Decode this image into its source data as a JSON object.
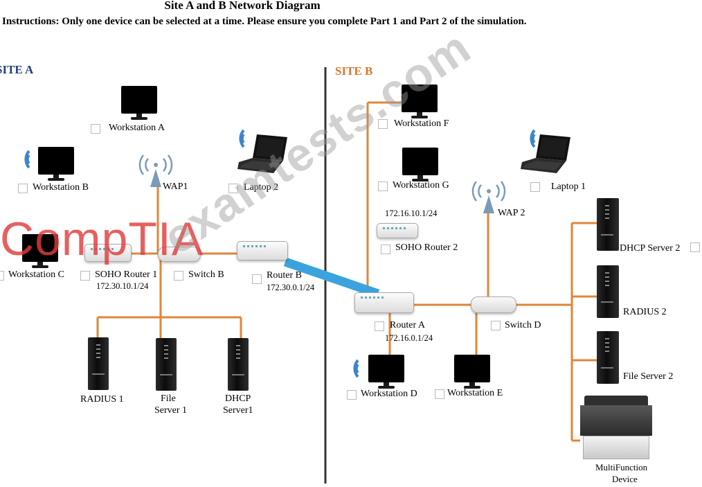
{
  "title": "Site A and B Network Diagram",
  "instructions": "Instructions: Only one device can be selected at a time. Please ensure you complete Part 1 and Part 2 of the simulation.",
  "colors": {
    "site_a": "#1f3e7a",
    "site_b": "#d9772a",
    "cable": "#e0863a",
    "wan_link": "#3aa3dd",
    "divider": "#333333"
  },
  "site_a": {
    "label": "SITE A",
    "workstation_a": "Workstation A",
    "workstation_b": "Workstation B",
    "workstation_c": "Workstation C",
    "wap1": "WAP1",
    "laptop_2": "Laptop 2",
    "soho_router_1": "SOHO Router 1",
    "soho_router_1_ip": "172.30.10.1/24",
    "switch_b": "Switch B",
    "router_b": "Router B",
    "router_b_ip": "172.30.0.1/24",
    "radius_1": "RADIUS 1",
    "file_server_1_line1": "File",
    "file_server_1_line2": "Server 1",
    "dhcp_server_1_line1": "DHCP",
    "dhcp_server_1_line2": "Server1"
  },
  "site_b": {
    "label": "SITE B",
    "workstation_f": "Workstation F",
    "workstation_g": "Workstation G",
    "soho_router_2_ip": "172.16.10.1/24",
    "soho_router_2": "SOHO Router 2",
    "wap2": "WAP 2",
    "laptop_1": "Laptop 1",
    "router_a": "Router A",
    "router_a_ip": "172.16.0.1/24",
    "switch_d": "Switch D",
    "dhcp_server_2": "DHCP Server 2",
    "radius_2": "RADIUS 2",
    "file_server_2": "File Server 2",
    "workstation_d": "Workstation D",
    "workstation_e": "Workstation E",
    "mfd_line1": "MultiFunction",
    "mfd_line2": "Device"
  },
  "watermark_brand": "CompTIA",
  "watermark_site": "examtests.com",
  "icons": [
    "monitor-icon",
    "laptop-icon",
    "wifi-signal-icon",
    "wireless-antenna-icon",
    "router-icon",
    "switch-icon",
    "server-icon",
    "printer-icon"
  ]
}
